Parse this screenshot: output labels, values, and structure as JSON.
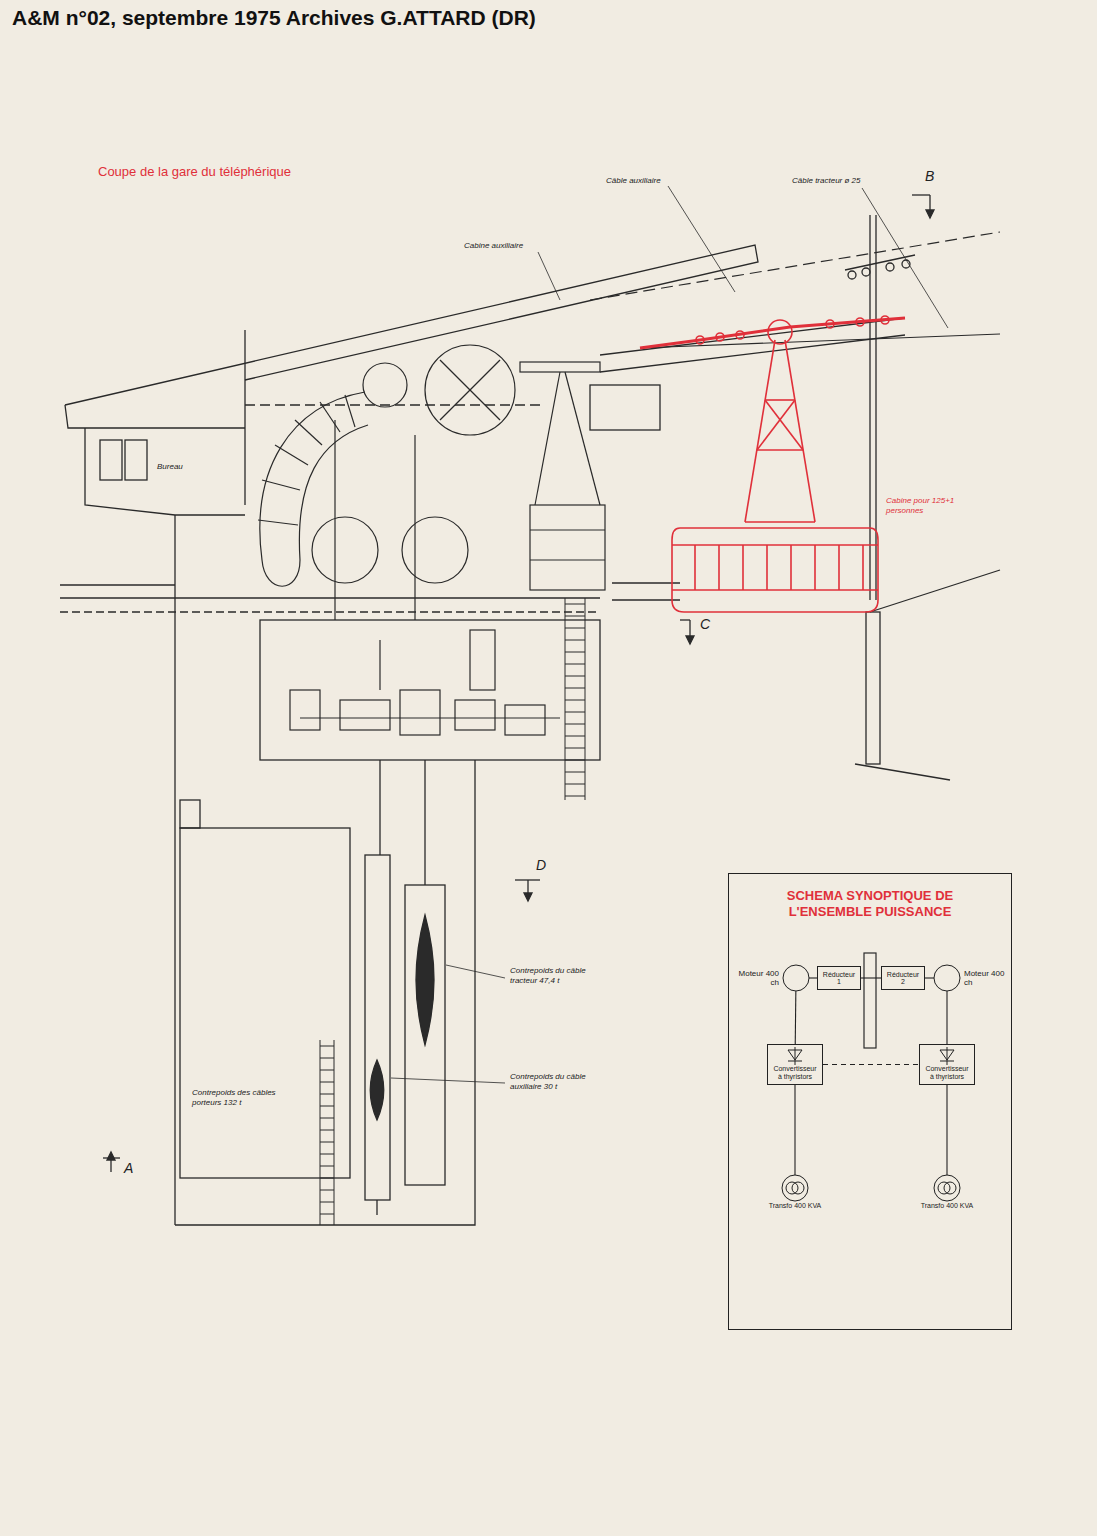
{
  "diagram": {
    "title": "Coupe de la gare du téléphérique",
    "caption": "A&M n°02, septembre 1975 Archives G.ATTARD (DR)",
    "nodes": [
      {
        "text": [
          "SCHEMA SYNOPTIQUE DE L'ENSEMBLE PUISSANCE"
        ]
      },
      {
        "text": [
          "Moteur 400 ch"
        ],
        "in": 0
      },
      {
        "text": [
          "Réducteur 1"
        ],
        "in": 0
      },
      {
        "text": [
          "Réducteur 2"
        ],
        "in": 0
      },
      {
        "text": [
          "Moteur 400 ch"
        ],
        "in": 0
      },
      {
        "text": [
          "Convertisseur à thyristors"
        ],
        "in": 0
      },
      {
        "text": [
          "Convertisseur à thyristors"
        ],
        "in": 0
      },
      {
        "text": [
          "Transfo 400 KVA"
        ],
        "in": 0
      },
      {
        "text": [
          "Transfo 400 KVA"
        ],
        "in": 0
      }
    ],
    "edges": [
      {
        "from": 1,
        "to": 2,
        "arrow": "none"
      },
      {
        "from": 2,
        "to": 3,
        "arrow": "none"
      },
      {
        "from": 3,
        "to": 4,
        "arrow": "none"
      },
      {
        "from": 1,
        "to": 5,
        "arrow": "none"
      },
      {
        "from": 4,
        "to": 6,
        "arrow": "none"
      },
      {
        "from": 5,
        "to": 7,
        "arrow": "none"
      },
      {
        "from": 6,
        "to": 8,
        "arrow": "none"
      },
      {
        "from": 5,
        "to": 6,
        "arrow": "none"
      }
    ],
    "labels": [
      "Câble auxiliaire",
      "Câble tracteur ø 25",
      "B",
      "Cabine auxiliaire",
      "Bureau",
      "Cabine pour 125+1 personnes",
      "C",
      "D",
      "Contrepoids du câble tracteur 47,4 t",
      "Contrepoids du câble auxiliaire 30 t",
      "Contrepoids des câbles porteurs 132 t",
      "A"
    ]
  }
}
